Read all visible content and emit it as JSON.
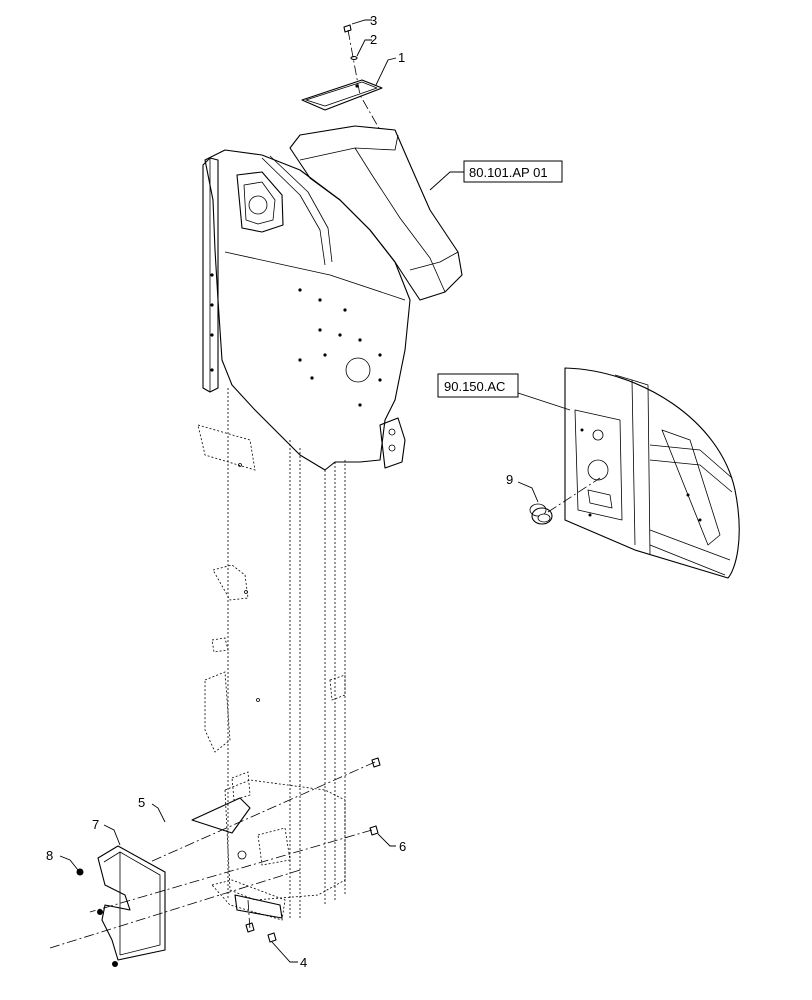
{
  "callouts": {
    "c1": "1",
    "c2": "2",
    "c3": "3",
    "c4": "4",
    "c5": "5",
    "c6": "6",
    "c7": "7",
    "c8": "8",
    "c9": "9"
  },
  "references": {
    "ref_top": "80.101.AP 01",
    "ref_right": "90.150.AC"
  }
}
